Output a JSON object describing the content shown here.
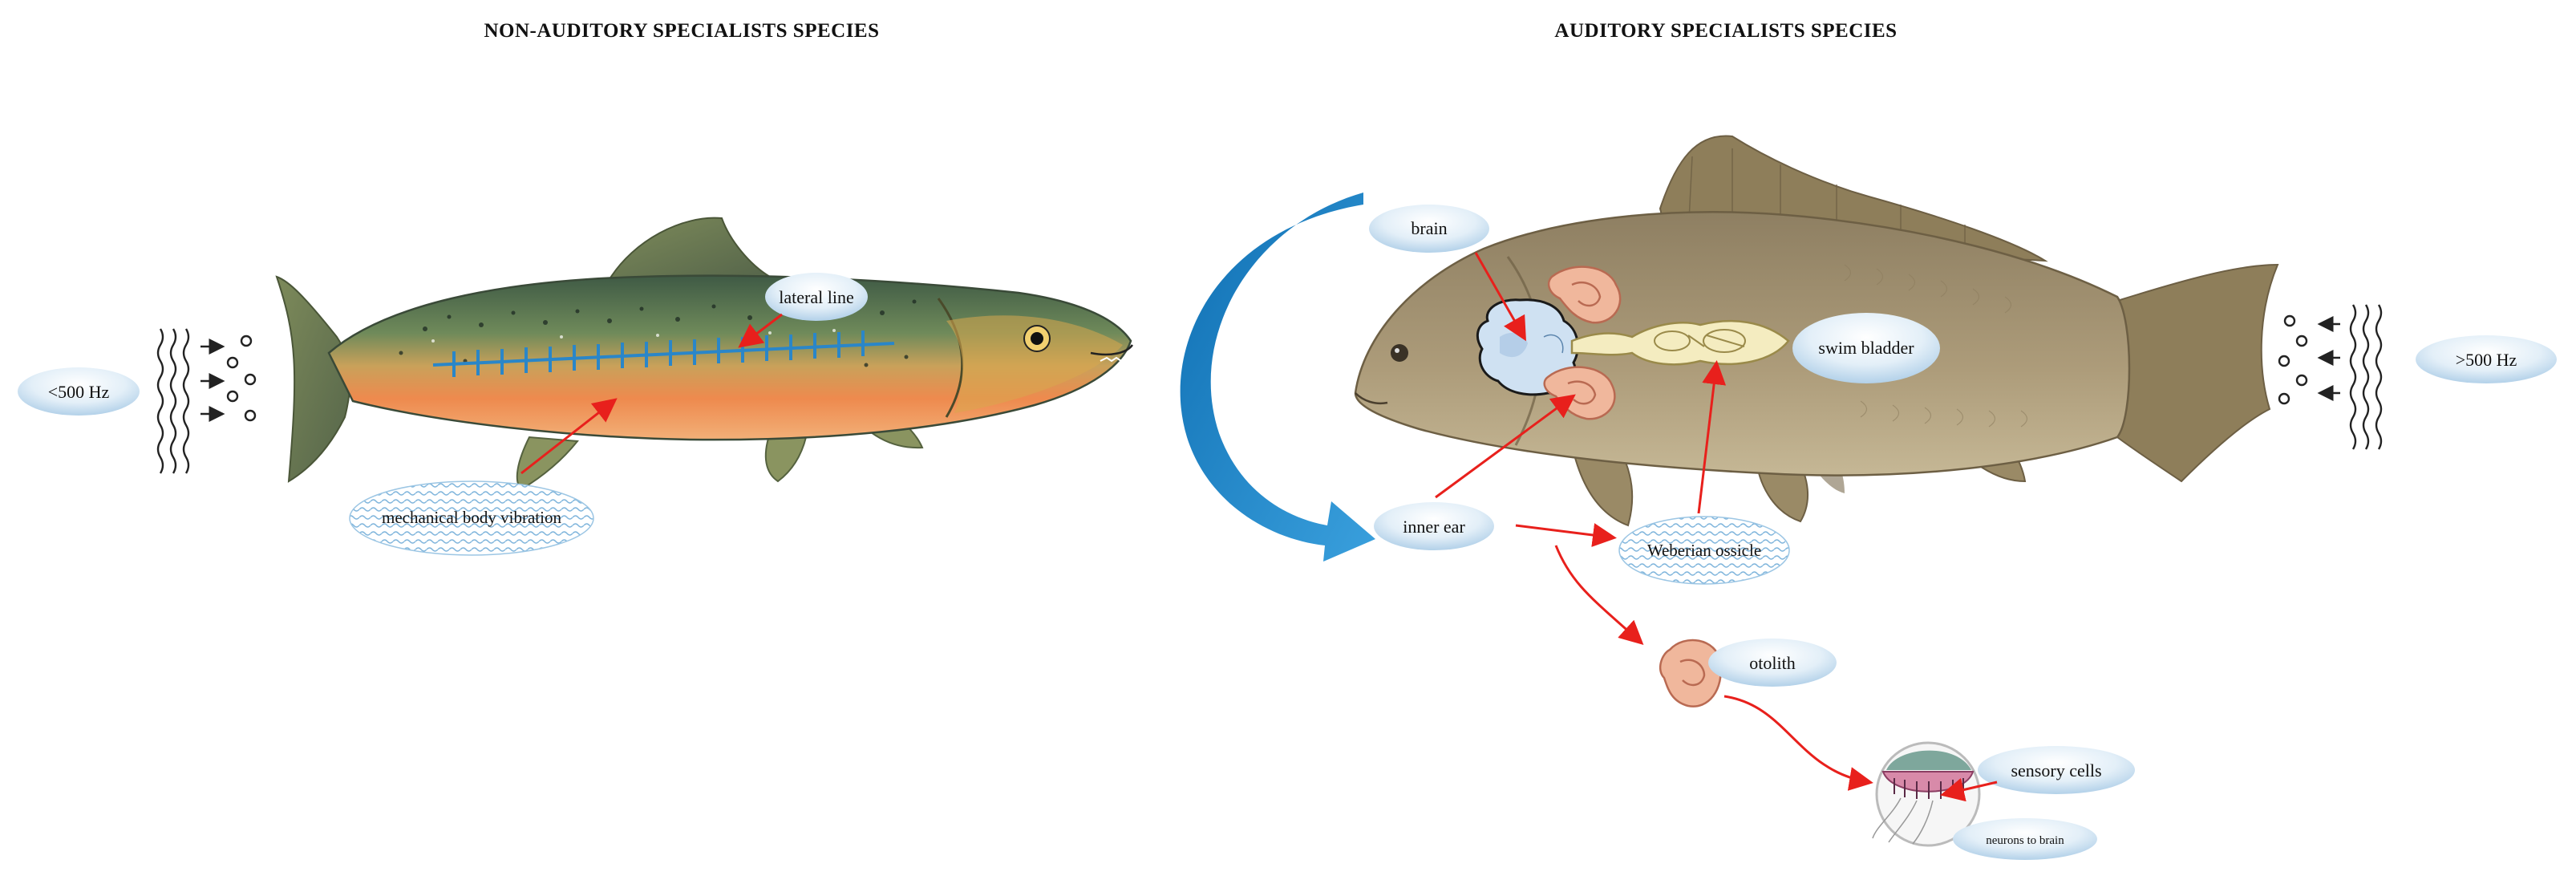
{
  "titles": {
    "left": "NON-AUDITORY SPECIALISTS SPECIES",
    "right": "AUDITORY SPECIALISTS SPECIES"
  },
  "frequency": {
    "low": "<500 Hz",
    "high": ">500 Hz"
  },
  "labels": {
    "lateral_line": "lateral line",
    "mechanical_vibration": "mechanical body vibration",
    "brain": "brain",
    "swim_bladder": "swim bladder",
    "inner_ear": "inner ear",
    "weberian_ossicle": "Weberian ossicle",
    "otolith": "otolith",
    "sensory_cells": "sensory cells",
    "neurons_to_brain": "neurons to brain"
  },
  "colors": {
    "bubble": "#cfe4f3",
    "arrow_red": "#e8201c",
    "lateral_line_blue": "#2a86c8",
    "curved_arrow_blue": "#1d7fc2",
    "trout_belly": "#ee8a4e",
    "carp_body": "#a89877"
  }
}
